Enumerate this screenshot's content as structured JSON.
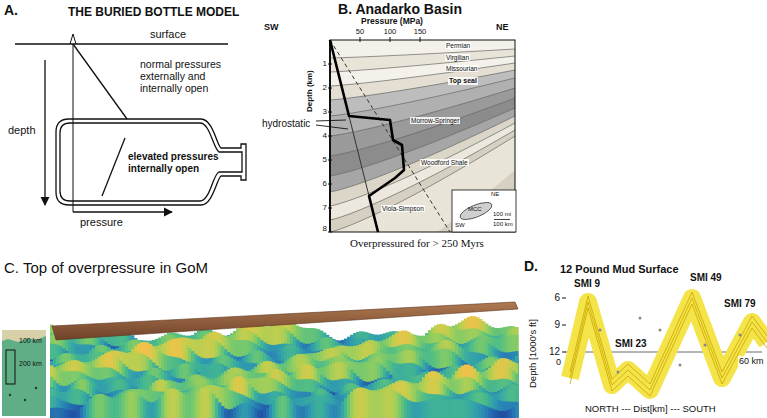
{
  "diagram": {
    "nodes": [
      {
        "text": [
          "elevated pressures internally open"
        ]
      }
    ],
    "labels": [
      "A.",
      "THE BURIED BOTTLE MODEL",
      "surface",
      "normal pressures externally and internally open",
      "depth",
      "pressure",
      "B. Anadarko Basin",
      "SW",
      "NE",
      "Pressure (MPa)",
      "50",
      "100",
      "150",
      "Depth (km)",
      "1",
      "2",
      "3",
      "4",
      "5",
      "6",
      "7",
      "8",
      "hydrostatic",
      "Permian",
      "Virgilian",
      "Missourian",
      "Top seal",
      "Morrow-Springer",
      "Woodford Shale",
      "Viola-Simpson",
      "NE",
      "SW",
      "MCC",
      "100 mi",
      "100 km",
      "Overpressured for > 250 Myrs",
      "C. Top of overpressure in GoM",
      "100 km",
      "200 km",
      "D.",
      "12 Pound Mud Surface",
      "Depth [1000's ft]",
      "6",
      "9",
      "12",
      "SMI 9",
      "SMI 23",
      "SMI 49",
      "SMI 79",
      "0",
      "60 km",
      "NORTH --- Dist[km] --- SOUTH"
    ]
  }
}
